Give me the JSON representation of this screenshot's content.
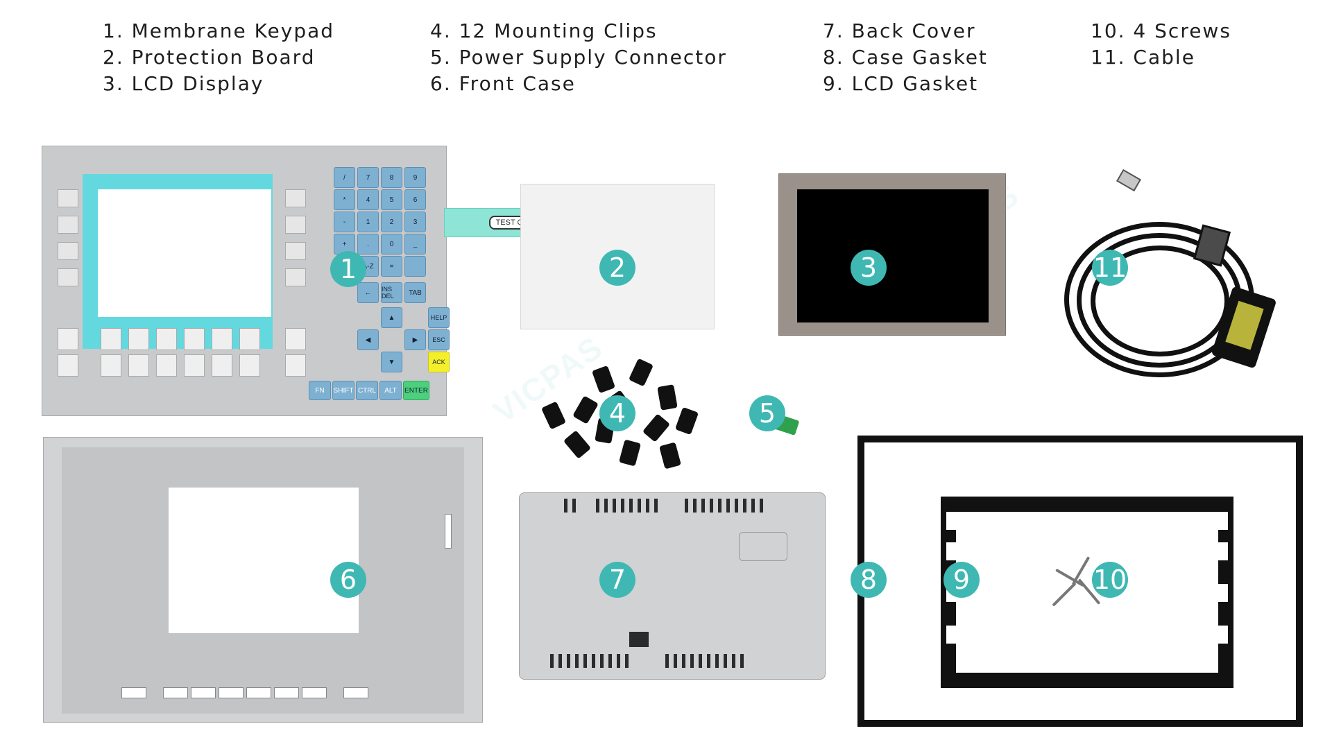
{
  "legend": {
    "col1": [
      "1. Membrane Keypad",
      "2. Protection Board",
      "3. LCD Display"
    ],
    "col2": [
      "4. 12 Mounting Clips",
      "5. Power Supply Connector",
      "6. Front Case"
    ],
    "col3": [
      "7. Back Cover",
      "8. Case Gasket",
      "9. LCD Gasket"
    ],
    "col4": [
      "10. 4 Screws",
      "11. Cable"
    ]
  },
  "badges": [
    "1",
    "2",
    "3",
    "4",
    "5",
    "6",
    "7",
    "8",
    "9",
    "10",
    "11"
  ],
  "keypad": {
    "nav_keys": [
      "HELP",
      "ESC",
      "ACK"
    ],
    "bottom_keys": [
      "FN",
      "SHIFT",
      "CTRL",
      "ALT",
      "ENTER"
    ],
    "edit_keys": [
      "INS DEL",
      "TAB"
    ],
    "az_label": "A-Z"
  },
  "ribbon": {
    "label": "TEST OK"
  },
  "watermark": {
    "text": "VICPAS"
  },
  "colors": {
    "badge": "#3fb8b3",
    "keypad_frame": "#63d9df",
    "ack": "#f4ef2b",
    "enter": "#4cd07e"
  }
}
